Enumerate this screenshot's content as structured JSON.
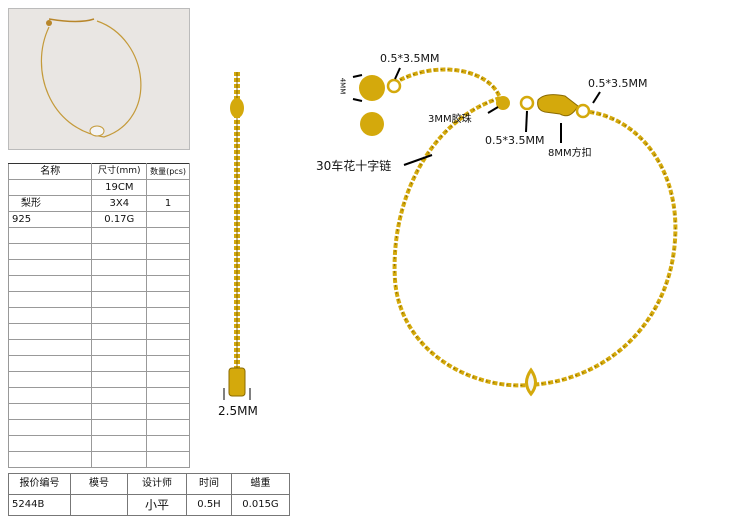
{
  "spec_table": {
    "headers": [
      "名称",
      "尺寸(mm)",
      "数量(pcs)"
    ],
    "rows": [
      [
        "",
        "19CM",
        ""
      ],
      [
        "梨形",
        "3X4",
        "1"
      ],
      [
        "925",
        "0.17G",
        ""
      ]
    ],
    "empty_rows": 15
  },
  "quote_table": {
    "headers": [
      "报价编号",
      "模号",
      "设计师",
      "时间",
      "蜡重"
    ],
    "values": [
      "5244B",
      "",
      "小平",
      "0.5H",
      "0.015G"
    ]
  },
  "annotations": {
    "side_width": "2.5MM",
    "jump_ring_top_left": "0.5*3.5MM",
    "jump_ring_top_right": "0.5*3.5MM",
    "jump_ring_middle": "0.5*3.5MM",
    "bead": "3MM胶珠",
    "clasp": "8MM方扣",
    "chain": "30车花十字链",
    "ball_size": "4MM"
  },
  "colors": {
    "gold": "#d4a90c",
    "gold_dark": "#8a6a00"
  }
}
